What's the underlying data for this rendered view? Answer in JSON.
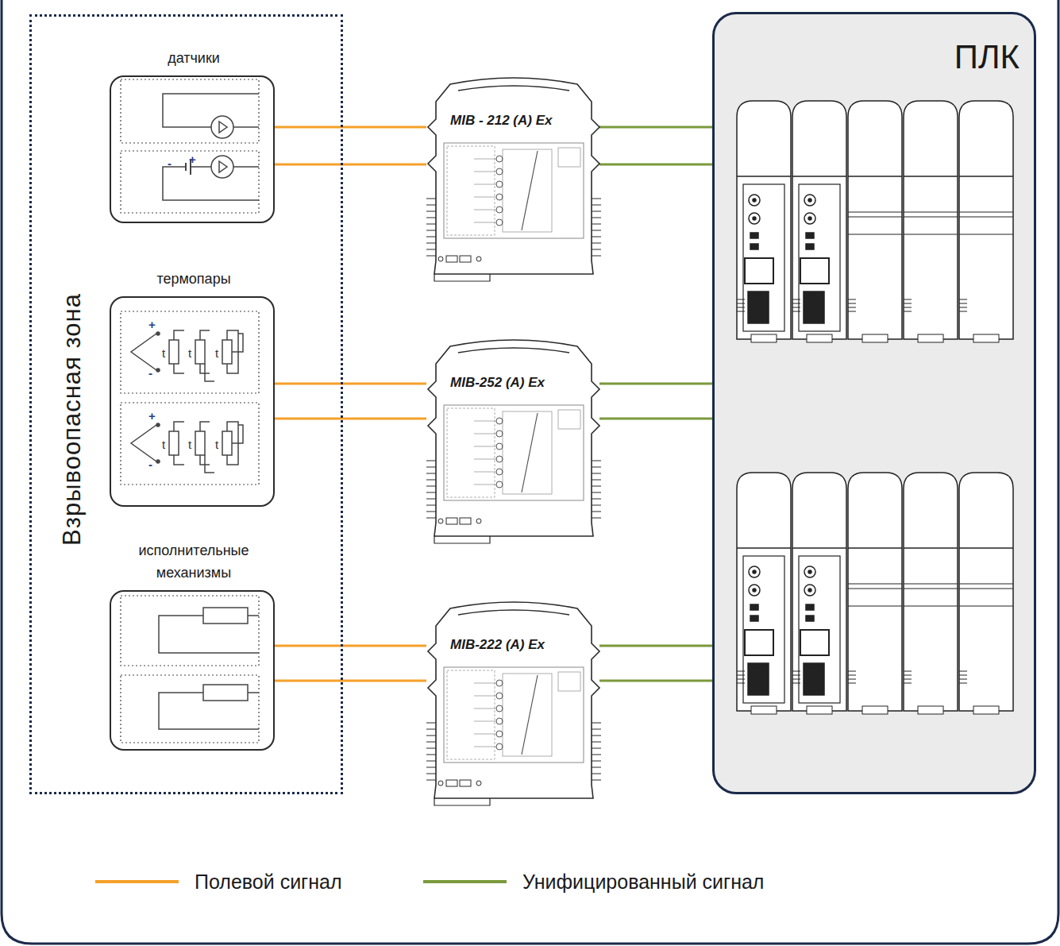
{
  "diagram": {
    "nodes": [
      {
        "text": [
          "Взрывоопасная зона"
        ]
      },
      {
        "text": [
          "датчики"
        ],
        "in": 0
      },
      {
        "text": [
          "термопары"
        ],
        "in": 0
      },
      {
        "text": [
          "исполнительные механизмы"
        ],
        "in": 0
      },
      {
        "text": [
          "MIB - 212 (A) Ex"
        ]
      },
      {
        "text": [
          "MIB-252 (A) Ex"
        ]
      },
      {
        "text": [
          "MIB-222 (A) Ex"
        ]
      },
      {
        "text": [
          "ПЛК"
        ]
      }
    ],
    "edges": [
      {
        "from": 1,
        "to": 4,
        "arrow": "none"
      },
      {
        "from": 1,
        "to": 4,
        "arrow": "none"
      },
      {
        "from": 4,
        "to": 7,
        "arrow": "none"
      },
      {
        "from": 4,
        "to": 7,
        "arrow": "none"
      },
      {
        "from": 2,
        "to": 5,
        "arrow": "none"
      },
      {
        "from": 2,
        "to": 5,
        "arrow": "none"
      },
      {
        "from": 5,
        "to": 7,
        "arrow": "none"
      },
      {
        "from": 5,
        "to": 7,
        "arrow": "none"
      },
      {
        "from": 3,
        "to": 6,
        "arrow": "none"
      },
      {
        "from": 3,
        "to": 6,
        "arrow": "none"
      },
      {
        "from": 6,
        "to": 7,
        "arrow": "none"
      },
      {
        "from": 6,
        "to": 7,
        "arrow": "none"
      }
    ],
    "labels": [
      "-",
      "+",
      "+",
      "t",
      "t",
      "t",
      "-",
      "+",
      "t",
      "t",
      "t",
      "-"
    ],
    "legend": [
      {
        "text": "Полевой сигнал",
        "color": "#f5a02a"
      },
      {
        "text": "Унифицированный сигнал",
        "color": "#7b9a3c"
      }
    ]
  }
}
